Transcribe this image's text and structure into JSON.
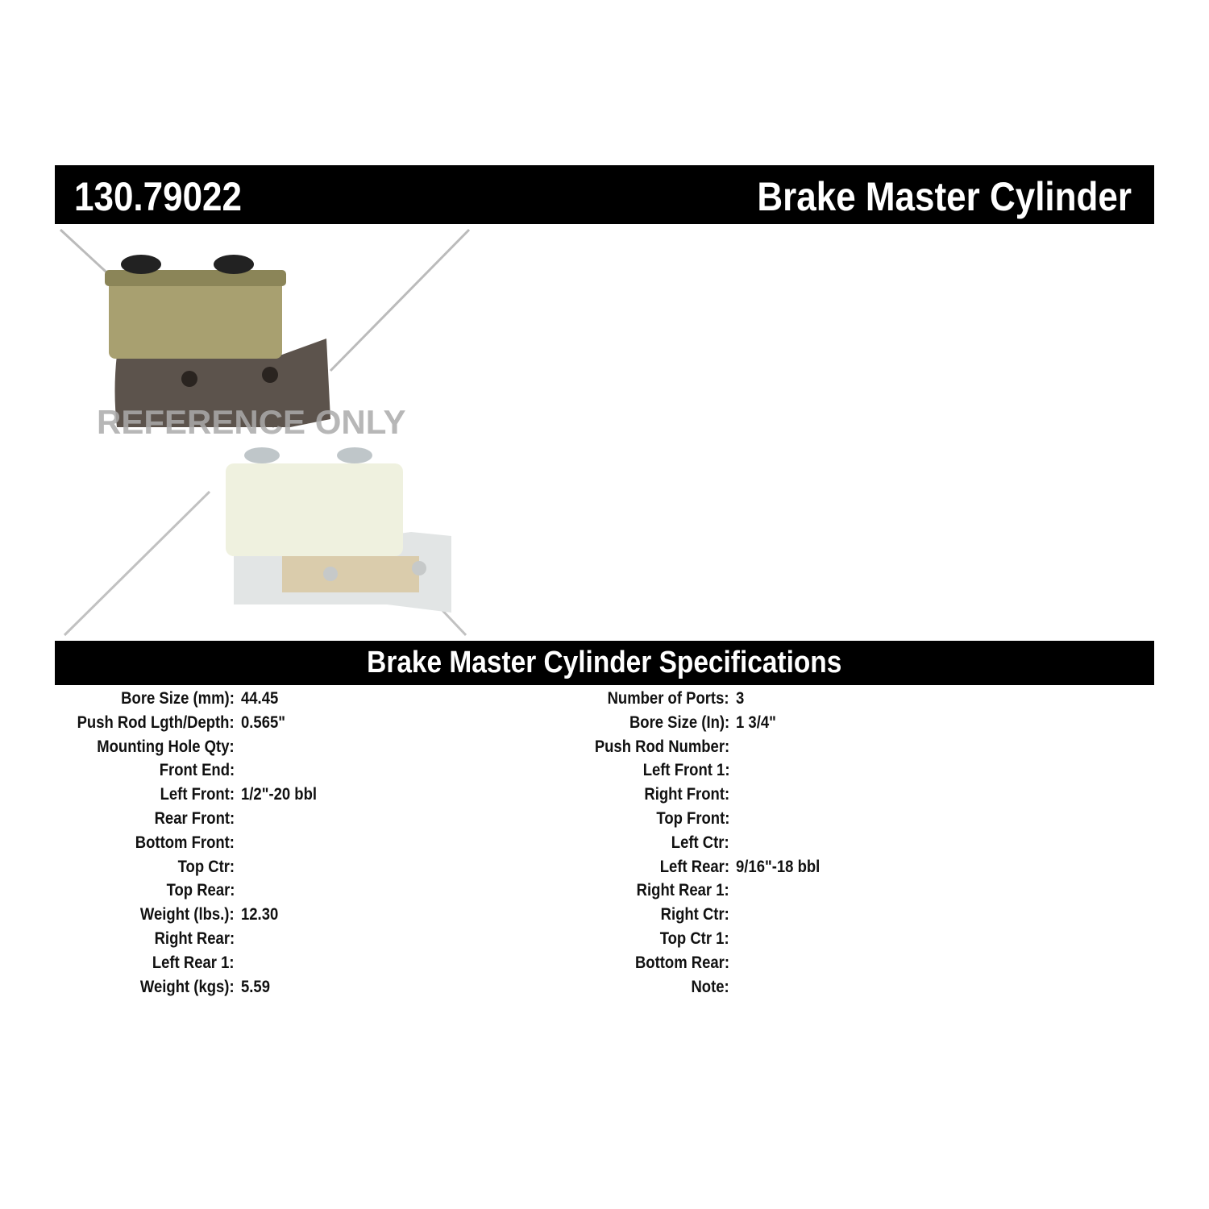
{
  "header": {
    "part_number": "130.79022",
    "title": "Brake Master Cylinder"
  },
  "image": {
    "watermark": "REFERENCE ONLY"
  },
  "specs": {
    "title": "Brake Master Cylinder Specifications",
    "left": [
      {
        "label": "Bore Size (mm):",
        "value": "44.45"
      },
      {
        "label": "Push Rod Lgth/Depth:",
        "value": "0.565\""
      },
      {
        "label": "Mounting Hole Qty:",
        "value": ""
      },
      {
        "label": "Front End:",
        "value": ""
      },
      {
        "label": "Left Front:",
        "value": "1/2\"-20 bbl"
      },
      {
        "label": "Rear Front:",
        "value": ""
      },
      {
        "label": "Bottom Front:",
        "value": ""
      },
      {
        "label": "Top Ctr:",
        "value": ""
      },
      {
        "label": "Top Rear:",
        "value": ""
      },
      {
        "label": "Weight (lbs.):",
        "value": "12.30"
      },
      {
        "label": "Right Rear:",
        "value": ""
      },
      {
        "label": "Left Rear 1:",
        "value": ""
      },
      {
        "label": "Weight (kgs):",
        "value": "5.59"
      }
    ],
    "right": [
      {
        "label": "Number of Ports:",
        "value": "3"
      },
      {
        "label": "Bore Size (In):",
        "value": "1 3/4\""
      },
      {
        "label": "Push Rod Number:",
        "value": ""
      },
      {
        "label": "Left Front 1:",
        "value": ""
      },
      {
        "label": "Right Front:",
        "value": ""
      },
      {
        "label": "Top Front:",
        "value": ""
      },
      {
        "label": "Left Ctr:",
        "value": ""
      },
      {
        "label": "Left Rear:",
        "value": "9/16\"-18 bbl"
      },
      {
        "label": "Right Rear 1:",
        "value": ""
      },
      {
        "label": "Right Ctr:",
        "value": ""
      },
      {
        "label": "Top Ctr 1:",
        "value": ""
      },
      {
        "label": "Bottom Rear:",
        "value": ""
      },
      {
        "label": "Note:",
        "value": ""
      }
    ]
  }
}
